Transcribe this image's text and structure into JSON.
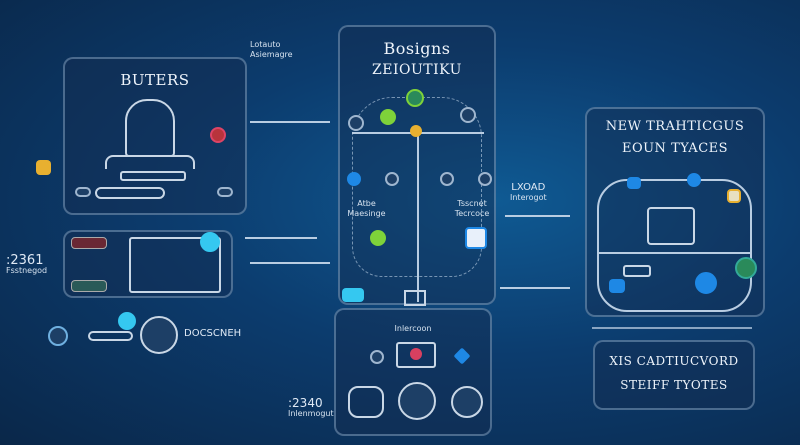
{
  "left_panel": {
    "title": "BUTERS"
  },
  "top_label": {
    "line1": "Lotauto",
    "line2": "Asiemagre"
  },
  "left_stat": {
    "value": ":2361",
    "label": "Fsstnegod"
  },
  "bottom_left_label": "DOCSCNEH",
  "bottom_stat": {
    "value": ":2340",
    "label": "Inlenmogut"
  },
  "center_panel": {
    "title_line1": "Bosigns",
    "title_line2": "ZEIOUTIKU",
    "left_sub": {
      "line1": "Atbe",
      "line2": "Maesinge"
    },
    "right_sub": {
      "line1": "Tsscnet",
      "line2": "Tecrcoce"
    },
    "bottom_label": "Inlercoon"
  },
  "right_label": {
    "line1": "LXOAD",
    "line2": "Interogot"
  },
  "right_panel": {
    "title_line1": "NEW TRAHTICGUS",
    "title_line2": "EOUN TYACES"
  },
  "right_bottom_box": {
    "line1": "XIS CADTIUCVORD",
    "line2": "STEIFF TYOTES"
  },
  "colors": {
    "accent_cyan": "#35c8f0",
    "accent_green": "#7ed23a",
    "accent_red": "#b8343c",
    "accent_yellow": "#e8b030"
  }
}
